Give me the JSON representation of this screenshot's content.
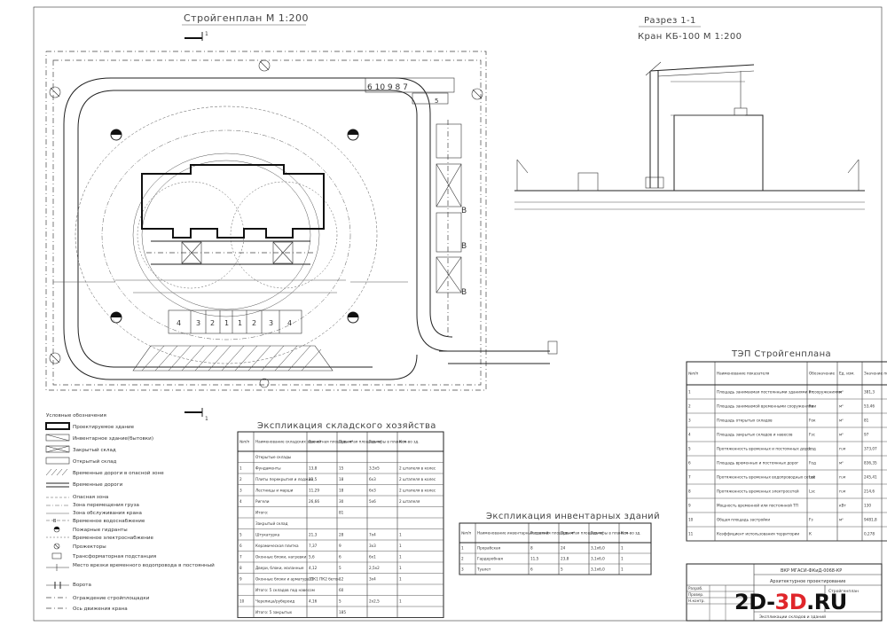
{
  "titles": {
    "plan": "Стройгенплан М 1:200",
    "section_a": "Разрез 1-1",
    "section_b": "Кран КБ-100 М 1:200",
    "warehouse": "Экспликация складского хозяйства",
    "inventory": "Экспликация инвентарных зданий",
    "tep": "ТЭП Стройгенплана"
  },
  "plan_labels": {
    "cut_mark": "1",
    "crane_numbers": "6 10 9 8 7",
    "bay_numbers": [
      "4",
      "3",
      "2",
      "1",
      "1",
      "2",
      "3",
      "4"
    ],
    "gate_letter": "В",
    "number_5": "5"
  },
  "legend": {
    "heading": "Условные обозначения",
    "items": [
      "Проектируемое здание",
      "Инвентарное здание(бытовки)",
      "Закрытый склад",
      "Открытый склад",
      "Временные дороги в опасной зоне",
      "Временные дороги",
      "Опасная зона",
      "Зона перемещения груза",
      "Зона обслуживания крана",
      "Временное водоснабжение",
      "Пожарные гидранты",
      "Временное электроснабжение",
      "Прожекторы",
      "Трансформаторная подстанция",
      "Место врезки временного водопровода в постоянный",
      "Ворота",
      "Ограждение стройплощадки",
      "Ось движения крана"
    ]
  },
  "warehouse_table": {
    "headers": [
      "№п/п",
      "Наименование складских зданий",
      "Расчетная площадь м²",
      "Принятая площадь м²",
      "Размеры в плане м",
      "Кол-во зд."
    ],
    "rows": [
      [
        "",
        "Открытые склады",
        "",
        "",
        "",
        ""
      ],
      [
        "1",
        "Фундаменты",
        "13,8",
        "15",
        "3,5х5",
        "2 штапеля в колес"
      ],
      [
        "2",
        "Плиты перекрытия и лоджий",
        "11,5",
        "18",
        "6х3",
        "2 штапеля в колес"
      ],
      [
        "3",
        "Лестницы и марши",
        "11,29",
        "18",
        "6х3",
        "2 штапеля в колес"
      ],
      [
        "4",
        "Ригели",
        "26,66",
        "30",
        "5х6",
        "2 штапеля"
      ],
      [
        "",
        "Итого:",
        "",
        "81",
        "",
        ""
      ],
      [
        "",
        "Закрытый склад",
        "",
        "",
        "",
        ""
      ],
      [
        "5",
        "Штукатурка",
        "21,3",
        "28",
        "7х4",
        "1"
      ],
      [
        "6",
        "Керамическая плитка",
        "7,37",
        "9",
        "3х3",
        "1"
      ],
      [
        "7",
        "Оконные блоки, нагревки",
        "5,6",
        "6",
        "6х1",
        "1"
      ],
      [
        "8",
        "Двери, блоки, маланные",
        "4,12",
        "5",
        "2,5х2",
        "1"
      ],
      [
        "9",
        "Оконные блоки и арматура ПК1 ПК2 бетон",
        "11",
        "12",
        "3х4",
        "1"
      ],
      [
        "",
        "Итого: 5 складов под навесом",
        "",
        "60",
        "",
        ""
      ],
      [
        "10",
        "Черепица/рубероид",
        "4,16",
        "5",
        "2х2,5",
        "1"
      ],
      [
        "",
        "Итого: 5 закрытых",
        "",
        "185",
        "",
        ""
      ]
    ]
  },
  "inventory_table": {
    "headers": [
      "№п/п",
      "Наименование инвентарных зданий",
      "Расчетная площадь м²",
      "Принятая площадь м²",
      "Размеры в плане м",
      "Кол-во зд."
    ],
    "rows": [
      [
        "1",
        "Прорабская",
        "8",
        "24",
        "3,1х6,0",
        "1"
      ],
      [
        "2",
        "Гардеробная",
        "11,5",
        "23,8",
        "3,1х6,0",
        "1"
      ],
      [
        "3",
        "Туалет",
        "6",
        "5",
        "3,1х6,0",
        "1"
      ]
    ]
  },
  "tep_table": {
    "headers": [
      "№п/п",
      "Наименование показателя",
      "Обозначение",
      "Ед. изм.",
      "Значение показателя"
    ],
    "rows": [
      [
        "1",
        "Площадь занимаемая постоянными зданиями и сооружениями",
        "Fп",
        "м²",
        "381,3"
      ],
      [
        "2",
        "Площадь занимаемой временными сооружениями",
        "Fв",
        "м²",
        "53,46"
      ],
      [
        "3",
        "Площадь открытых складов",
        "Fок",
        "м²",
        "81"
      ],
      [
        "4",
        "Площадь закрытых складов и навесов",
        "Fзс",
        "м²",
        "97"
      ],
      [
        "5",
        "Протяженность временных и постоянных дорог",
        "Lод",
        "п.м",
        "373,07"
      ],
      [
        "6",
        "Площадь временных и постоянных дорог",
        "Fод",
        "м²",
        "836,35"
      ],
      [
        "7",
        "Протяженность временных водопроводных сетей",
        "Lвс",
        "п.м",
        "245,41"
      ],
      [
        "8",
        "Протяженность временных электросетей",
        "Lэс",
        "п.м",
        "214,6"
      ],
      [
        "9",
        "Мощность временной или постоянной ТП",
        "",
        "кВт",
        "130"
      ],
      [
        "10",
        "Общая площадь застройки",
        "Fз",
        "м²",
        "9481,8"
      ],
      [
        "11",
        "Коэффициент использования территории",
        "К",
        "",
        "0,278"
      ]
    ]
  },
  "title_block": {
    "code": "ВКР МГАСИ-ФКиД-0068-КР",
    "subject": "Архитектурное проектирование",
    "sheet_name": "Стройгенплан",
    "stamp_rows": [
      "Разраб.",
      "Провер.",
      "Н.контр."
    ],
    "footer": "Экспликации складов и зданий"
  },
  "watermark": {
    "part1": "2D-",
    "part2": "3D",
    "part3": ".RU"
  }
}
